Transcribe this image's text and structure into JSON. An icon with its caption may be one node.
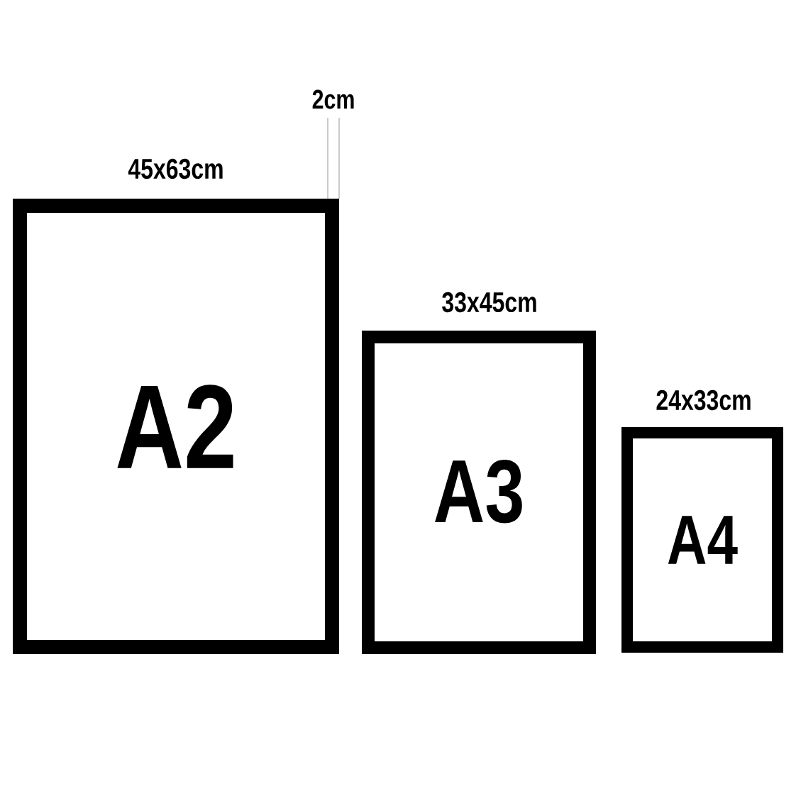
{
  "diagram": {
    "nodes": [
      {
        "text": [
          "A2"
        ],
        "beside": [
          "45x63cm"
        ]
      },
      {
        "text": [
          "A3"
        ],
        "beside": [
          "33x45cm"
        ]
      },
      {
        "text": [
          "A4"
        ],
        "beside": [
          "24x33cm"
        ]
      }
    ],
    "labels": [
      "2cm"
    ]
  }
}
